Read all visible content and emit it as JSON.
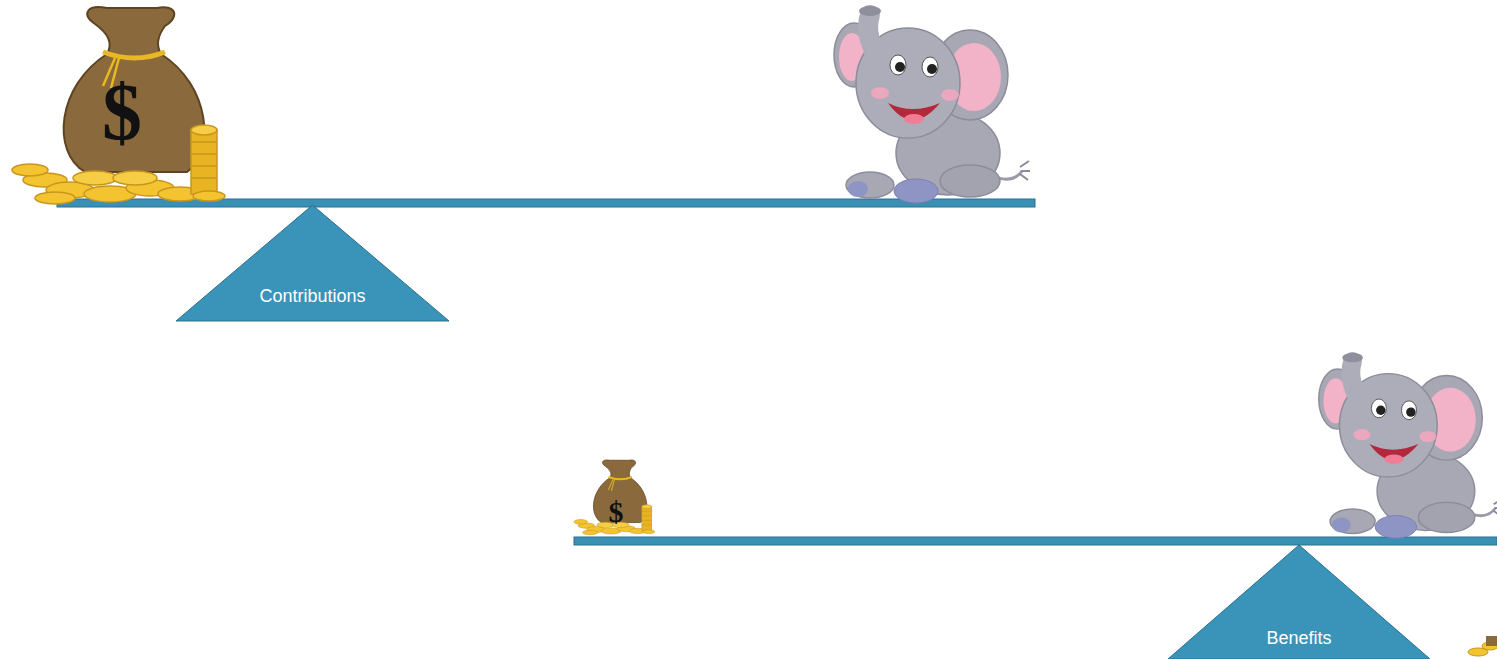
{
  "diagram": {
    "nodes": [
      {
        "text": [
          "Contributions"
        ]
      },
      {
        "text": [
          "Benefits"
        ]
      }
    ],
    "labels": [
      "$",
      "$"
    ]
  }
}
